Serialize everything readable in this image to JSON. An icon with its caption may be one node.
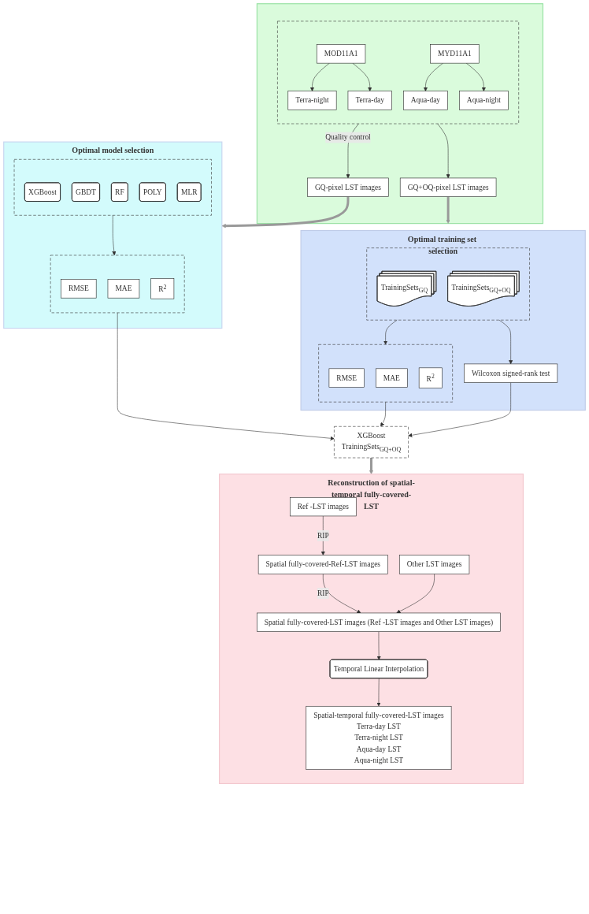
{
  "diagram": {
    "nodes": [
      {
        "text": [],
        "shape": "box"
      },
      {
        "text": [],
        "shape": "box",
        "in": 0
      },
      {
        "text": [
          "MOD11A1"
        ],
        "in": 1
      },
      {
        "text": [
          "MYD11A1"
        ],
        "in": 1
      },
      {
        "text": [
          "Terra-night"
        ],
        "in": 1
      },
      {
        "text": [
          "Terra-day"
        ],
        "in": 1
      },
      {
        "text": [
          "Aqua-day"
        ],
        "in": 1
      },
      {
        "text": [
          "Aqua-night"
        ],
        "in": 1
      },
      {
        "text": [
          "GQ-pixel LST images"
        ],
        "in": 0
      },
      {
        "text": [
          "GQ+OQ-pixel LST images"
        ],
        "in": 0
      },
      {
        "text": [
          "Optimal model selection"
        ]
      },
      {
        "text": [],
        "shape": "box",
        "in": 10
      },
      {
        "text": [
          "XGBoost"
        ],
        "in": 11
      },
      {
        "text": [
          "GBDT"
        ],
        "in": 11
      },
      {
        "text": [
          "RF"
        ],
        "in": 11
      },
      {
        "text": [
          "POLY"
        ],
        "in": 11
      },
      {
        "text": [
          "MLR"
        ],
        "in": 11
      },
      {
        "text": [],
        "shape": "box",
        "in": 10
      },
      {
        "text": [
          "RMSE"
        ],
        "in": 17
      },
      {
        "text": [
          "MAE"
        ],
        "in": 17
      },
      {
        "text": [
          "R$^{2}$"
        ],
        "in": 17
      },
      {
        "text": [
          "Optimal training set selection"
        ]
      },
      {
        "text": [],
        "shape": "box",
        "in": 21
      },
      {
        "text": [
          "RMSE"
        ],
        "in": 22
      },
      {
        "text": [
          "MAE"
        ],
        "in": 22
      },
      {
        "text": [
          "R$^{2}$"
        ],
        "in": 22
      },
      {
        "text": [],
        "shape": "box",
        "in": 21
      },
      {
        "text": [
          "TrainingSets$_{GQ}$"
        ],
        "in": 26
      },
      {
        "text": [
          "TrainingSets$_{GQ+OQ}$"
        ],
        "in": 26
      },
      {
        "text": [
          "Wilcoxon signed-rank test"
        ],
        "in": 21
      },
      {
        "text": [
          "XGBoost",
          "TrainingSets$_{GQ+OQ}$"
        ]
      },
      {
        "text": [
          "Reconstruction of spatial-temporal fully-covered-LST"
        ]
      },
      {
        "text": [
          "Ref -LST images"
        ],
        "in": 31
      },
      {
        "text": [
          "Other LST images"
        ],
        "in": 31
      },
      {
        "text": [
          "Spatial fully-covered-Ref-LST images"
        ],
        "in": 31
      },
      {
        "text": [
          "Spatial fully-covered-LST images (Ref -LST images and Other LST images)"
        ],
        "in": 31
      },
      {
        "text": [
          "Temporal Linear Interpolation"
        ],
        "in": 31
      },
      {
        "text": [
          "Spatial-temporal fully-covered-LST images",
          "Terra-day LST",
          "Terra-night LST",
          "Aqua-day LST",
          "Aqua-night LST"
        ],
        "in": 31
      }
    ],
    "edges": [
      {
        "from": 2,
        "to": 4,
        "arrow": "to"
      },
      {
        "from": 2,
        "to": 5,
        "arrow": "to"
      },
      {
        "from": 3,
        "to": 6,
        "arrow": "to"
      },
      {
        "from": 3,
        "to": 7,
        "arrow": "to"
      },
      {
        "from": 1,
        "to": 8,
        "arrow": "to",
        "label": "Quality control"
      },
      {
        "from": 1,
        "to": 9,
        "arrow": "to"
      },
      {
        "from": 8,
        "to": 10,
        "arrow": "to",
        "style": "thick",
        "color": "#999999"
      },
      {
        "from": 9,
        "to": 21,
        "arrow": "to",
        "style": "thick",
        "color": "#999999"
      },
      {
        "from": 11,
        "to": 17,
        "arrow": "to"
      },
      {
        "from": 17,
        "to": 30,
        "arrow": "to"
      },
      {
        "from": 26,
        "to": 22,
        "arrow": "to"
      },
      {
        "from": 26,
        "to": 29,
        "arrow": "to"
      },
      {
        "from": 22,
        "to": 30,
        "arrow": "to"
      },
      {
        "from": 29,
        "to": 30,
        "arrow": "to"
      },
      {
        "from": 30,
        "to": 31,
        "arrow": "to",
        "style": "thick",
        "color": "#999999"
      },
      {
        "from": 32,
        "to": 34,
        "arrow": "to",
        "label": "RIP"
      },
      {
        "from": 34,
        "to": 35,
        "arrow": "to",
        "label": "RIP"
      },
      {
        "from": 33,
        "to": 35,
        "arrow": "to"
      },
      {
        "from": 35,
        "to": 36,
        "arrow": "to"
      },
      {
        "from": 36,
        "to": 37,
        "arrow": "to"
      }
    ]
  }
}
